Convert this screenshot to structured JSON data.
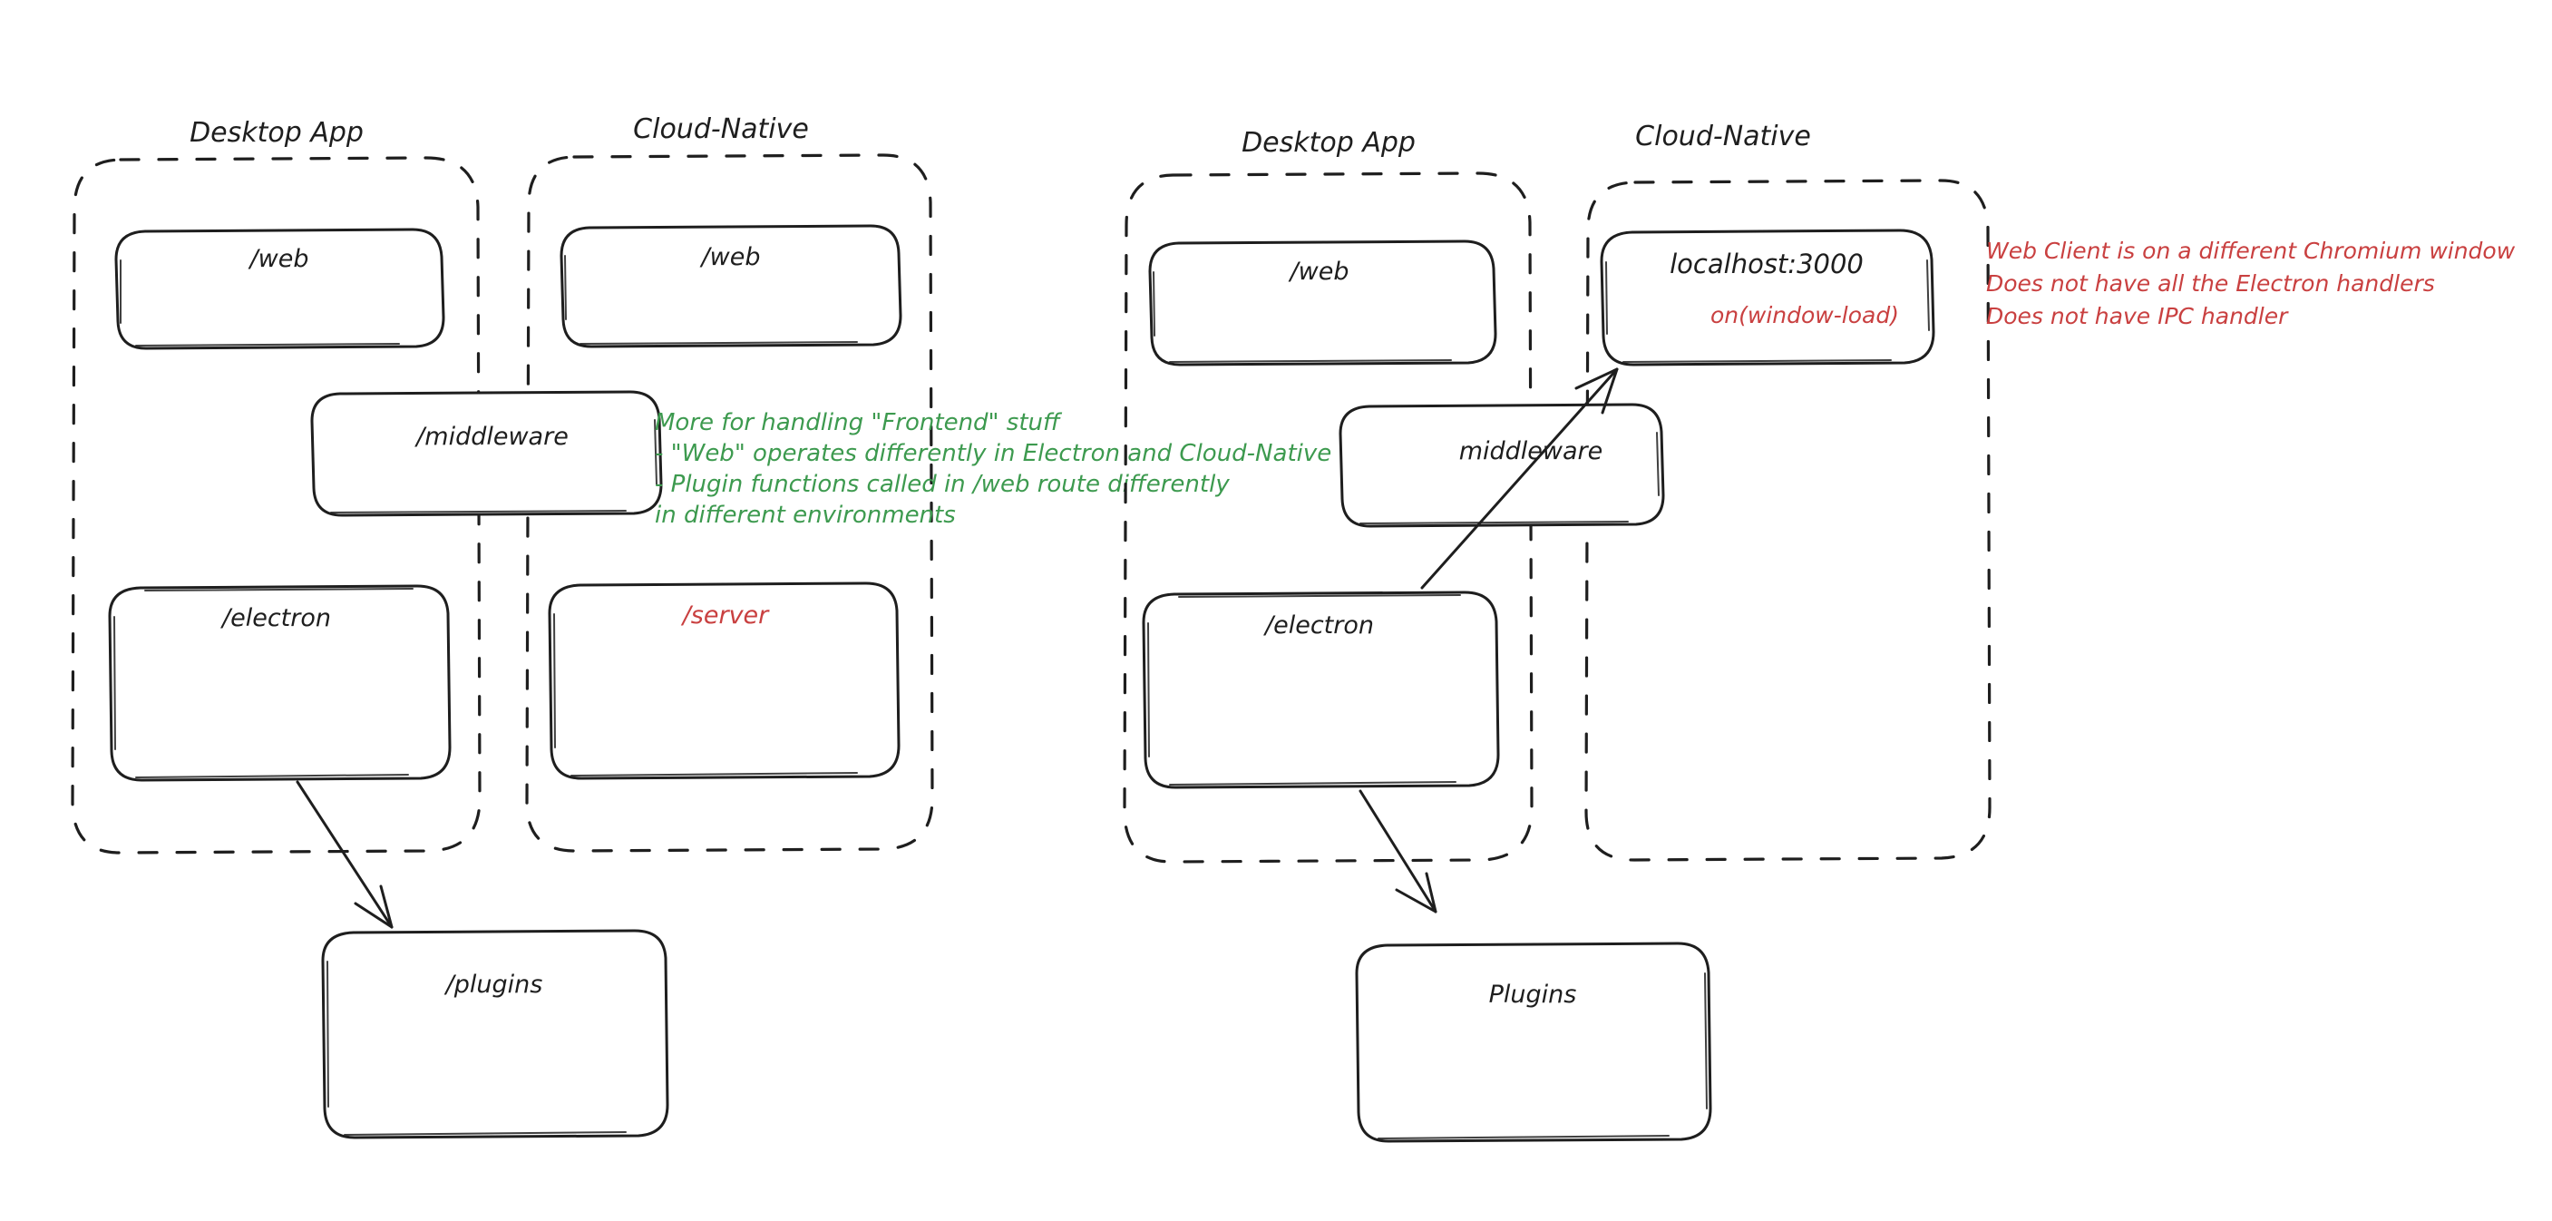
{
  "diagram": {
    "title": "Electron Desktop App vs Cloud-Native architecture comparison",
    "colors": {
      "ink": "#1e1e1e",
      "green_note": "#3d9a4f",
      "red_note": "#c94040",
      "background": "#ffffff"
    },
    "left_diagram": {
      "groups": [
        {
          "id": "left-desktop",
          "label": "Desktop App"
        },
        {
          "id": "left-cloud",
          "label": "Cloud-Native"
        }
      ],
      "boxes": [
        {
          "id": "left-desktop-web",
          "label": "/web",
          "color": "ink"
        },
        {
          "id": "left-cloud-web",
          "label": "/web",
          "color": "ink"
        },
        {
          "id": "left-middleware",
          "label": "/middleware",
          "color": "ink"
        },
        {
          "id": "left-electron",
          "label": "/electron",
          "color": "ink"
        },
        {
          "id": "left-server",
          "label": "/server",
          "color": "red"
        },
        {
          "id": "left-plugins",
          "label": "/plugins",
          "color": "ink"
        }
      ],
      "arrows": [
        {
          "id": "left-electron-to-plugins",
          "from": "/electron",
          "to": "/plugins"
        }
      ]
    },
    "right_diagram": {
      "groups": [
        {
          "id": "right-desktop",
          "label": "Desktop App"
        },
        {
          "id": "right-cloud",
          "label": "Cloud-Native"
        }
      ],
      "boxes": [
        {
          "id": "right-desktop-web",
          "label": "/web",
          "color": "ink"
        },
        {
          "id": "right-localhost",
          "label": "localhost:3000",
          "sublabel": "on(window-load)",
          "color": "ink",
          "sublabel_color": "red"
        },
        {
          "id": "right-middleware",
          "label": "middleware",
          "color": "ink"
        },
        {
          "id": "right-electron",
          "label": "/electron",
          "color": "ink"
        },
        {
          "id": "right-plugins",
          "label": "Plugins",
          "color": "ink"
        }
      ],
      "arrows": [
        {
          "id": "right-electron-to-localhost",
          "from": "/electron",
          "to": "localhost:3000"
        },
        {
          "id": "right-electron-to-plugins",
          "from": "/electron",
          "to": "Plugins"
        }
      ]
    },
    "annotations": {
      "green_note": {
        "id": "frontend-note",
        "lines": [
          "More for handling \"Frontend\" stuff",
          "- \"Web\" operates differently in Electron and Cloud-Native",
          "- Plugin functions called in /web route differently",
          "in different environments"
        ]
      },
      "red_note": {
        "id": "web-client-note",
        "lines": [
          "Web Client is on a different Chromium window",
          "Does not have all the Electron handlers",
          "Does not have IPC handler"
        ]
      }
    }
  }
}
